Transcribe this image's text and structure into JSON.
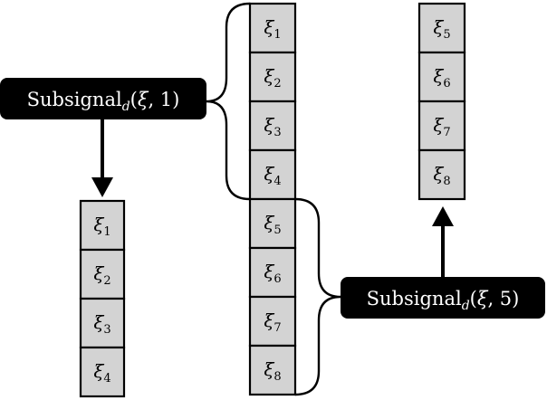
{
  "diagram": {
    "colors": {
      "cell_fill": "#d3d3d3",
      "stroke": "#000000",
      "label_bg": "#000000",
      "label_text": "#ffffff"
    },
    "columns": [
      {
        "id": "subsignal-1-column",
        "cells": [
          {
            "sym": "ξ",
            "sub": "1"
          },
          {
            "sym": "ξ",
            "sub": "2"
          },
          {
            "sym": "ξ",
            "sub": "3"
          },
          {
            "sym": "ξ",
            "sub": "4"
          }
        ]
      },
      {
        "id": "full-signal-column",
        "cells": [
          {
            "sym": "ξ",
            "sub": "1"
          },
          {
            "sym": "ξ",
            "sub": "2"
          },
          {
            "sym": "ξ",
            "sub": "3"
          },
          {
            "sym": "ξ",
            "sub": "4"
          },
          {
            "sym": "ξ",
            "sub": "5"
          },
          {
            "sym": "ξ",
            "sub": "6"
          },
          {
            "sym": "ξ",
            "sub": "7"
          },
          {
            "sym": "ξ",
            "sub": "8"
          }
        ]
      },
      {
        "id": "subsignal-5-column",
        "cells": [
          {
            "sym": "ξ",
            "sub": "5"
          },
          {
            "sym": "ξ",
            "sub": "6"
          },
          {
            "sym": "ξ",
            "sub": "7"
          },
          {
            "sym": "ξ",
            "sub": "8"
          }
        ]
      }
    ],
    "labels": [
      {
        "id": "subsignal-label-1",
        "main": "Subsignal",
        "sub": "d",
        "open": "(",
        "var": "ξ",
        "sep": ", ",
        "arg": "1",
        "close": ")"
      },
      {
        "id": "subsignal-label-5",
        "main": "Subsignal",
        "sub": "d",
        "open": "(",
        "var": "ξ",
        "sep": ", ",
        "arg": "5",
        "close": ")"
      }
    ]
  }
}
